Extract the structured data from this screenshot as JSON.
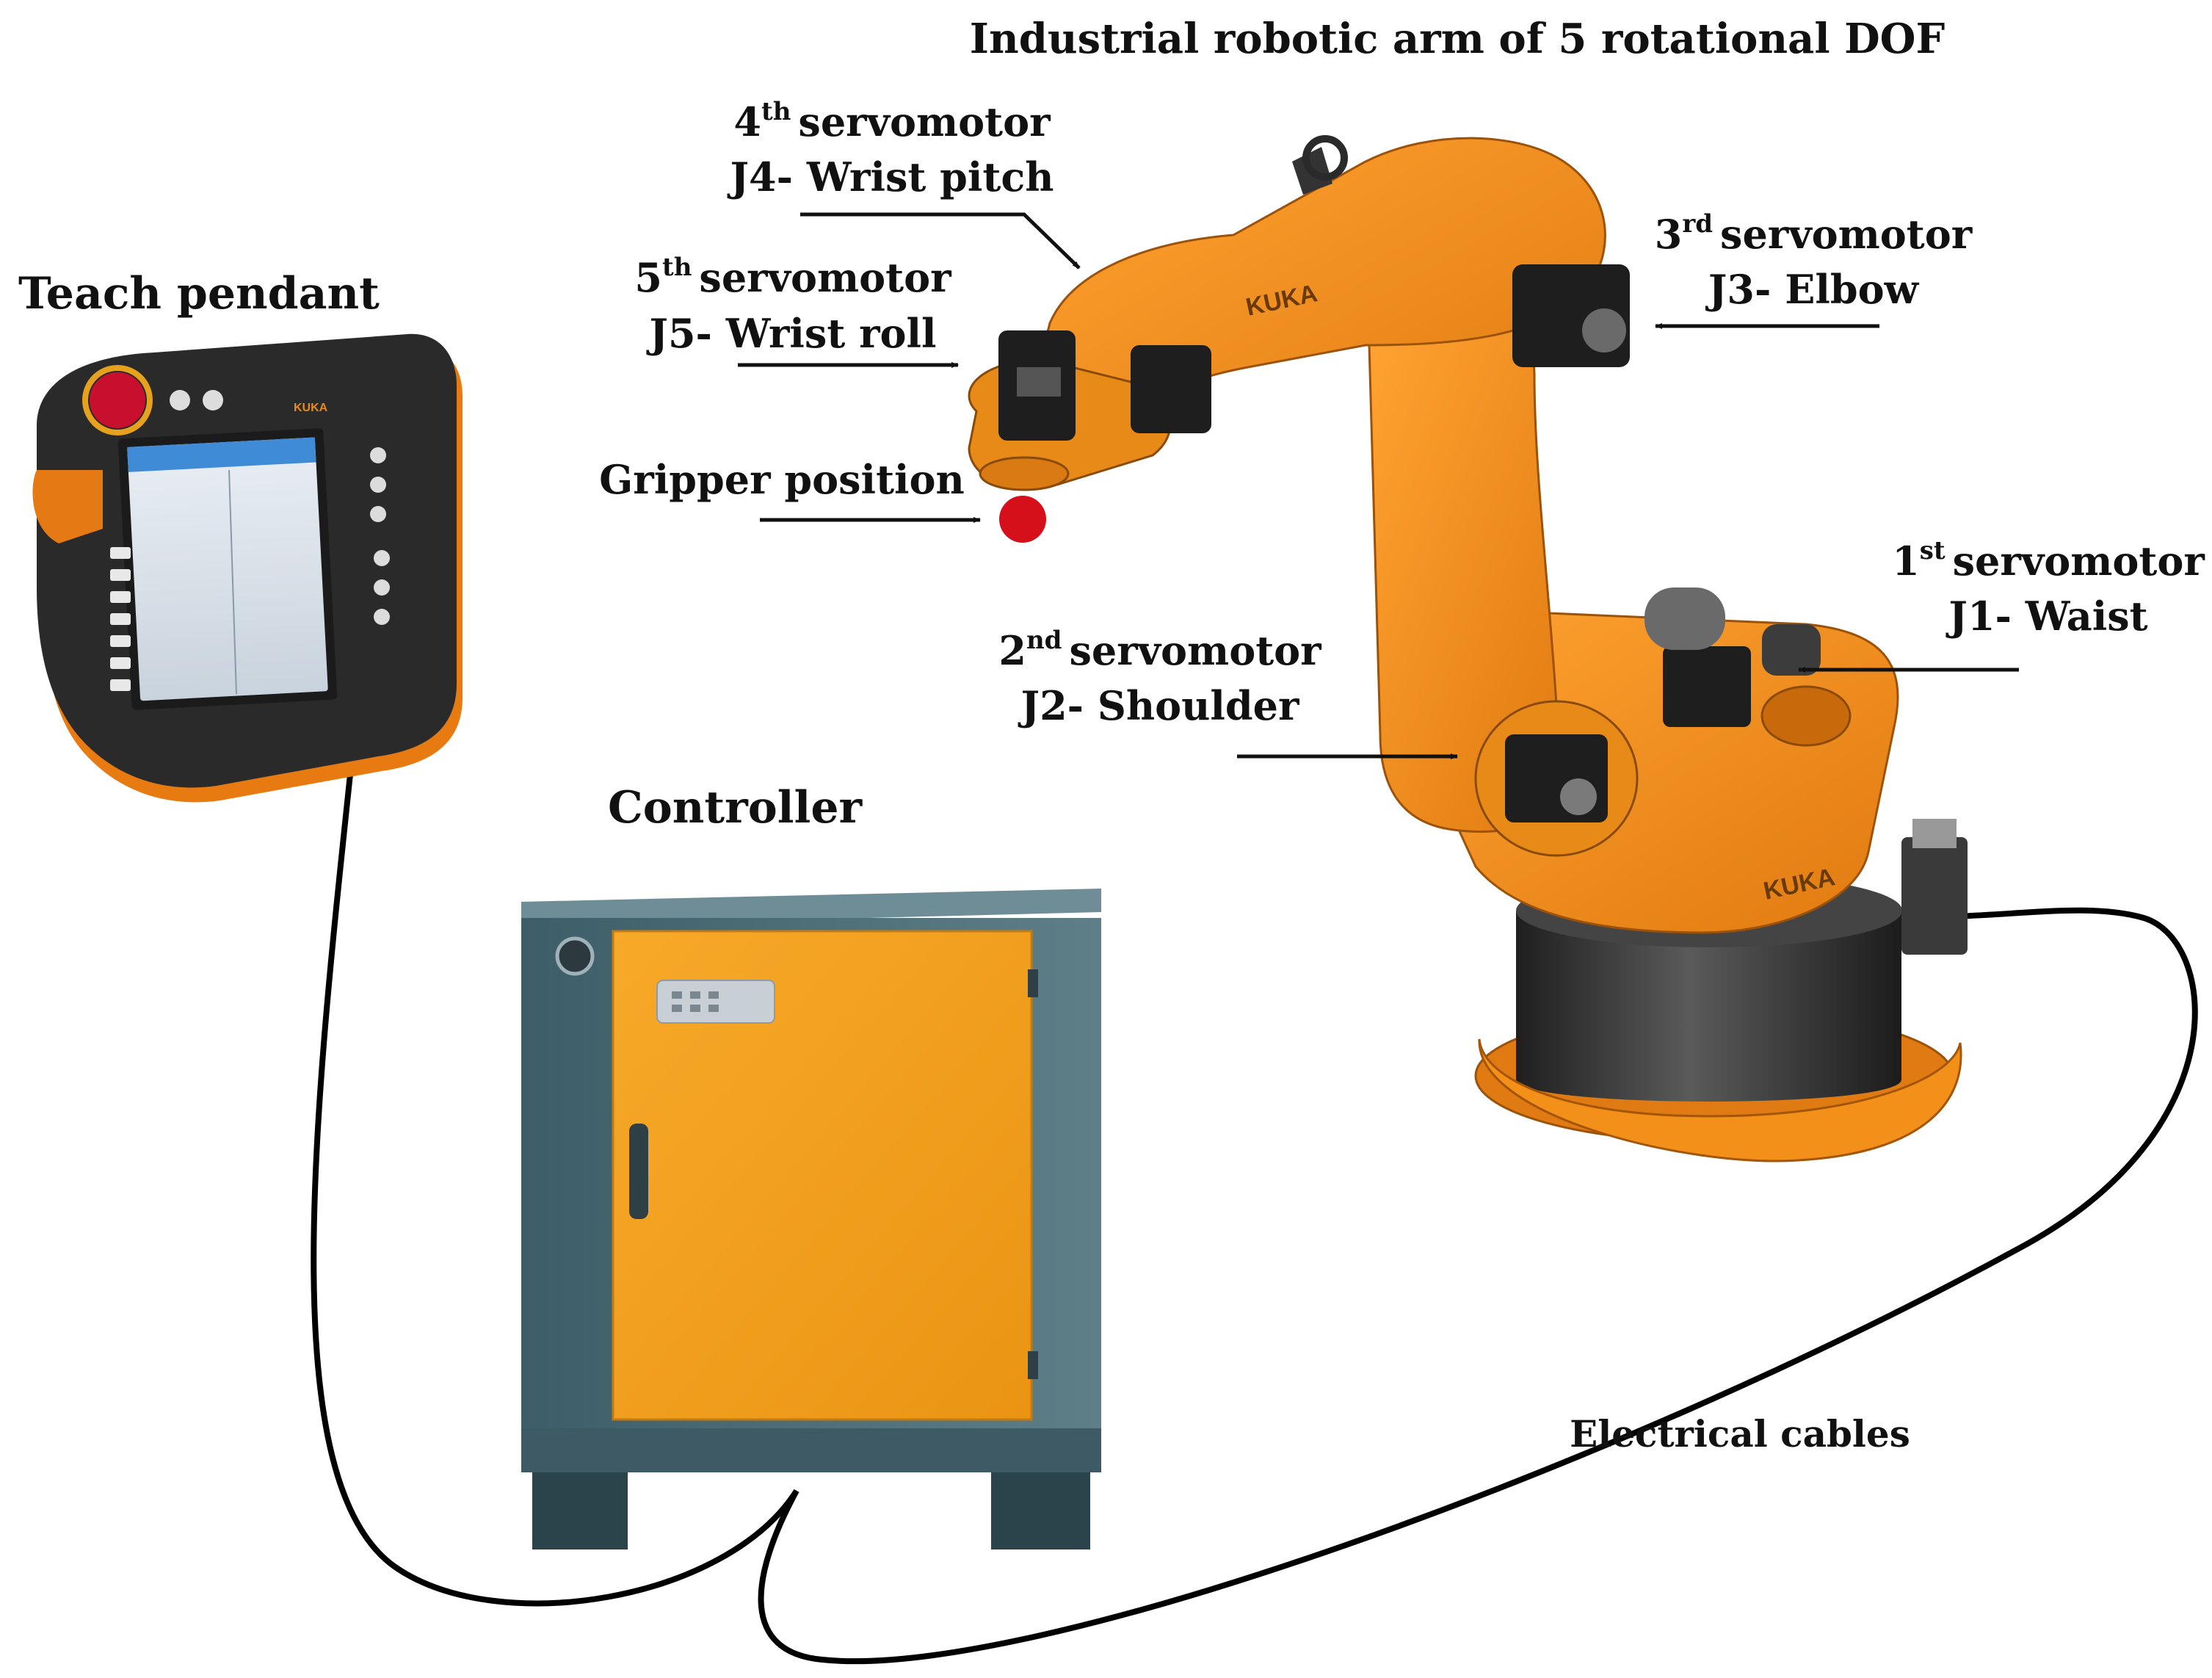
{
  "title": "Industrial robotic arm of 5 rotational DOF",
  "teach_pendant": {
    "label": "Teach pendant",
    "brand_text": "KUKA"
  },
  "controller": {
    "label": "Controller"
  },
  "robot": {
    "brand_text": "KUKA"
  },
  "gripper": {
    "label": "Gripper position"
  },
  "cables": {
    "label": "Electrical cables"
  },
  "servomotors": [
    {
      "num": "1",
      "ordinal": "st",
      "word": "servomotor",
      "joint": "J1- Waist"
    },
    {
      "num": "2",
      "ordinal": "nd",
      "word": "servomotor",
      "joint": "J2- Shoulder"
    },
    {
      "num": "3",
      "ordinal": "rd",
      "word": "servomotor",
      "joint": "J3- Elbow"
    },
    {
      "num": "4",
      "ordinal": "th",
      "word": "servomotor",
      "joint": "J4- Wrist pitch"
    },
    {
      "num": "5",
      "ordinal": "th",
      "word": "servomotor",
      "joint": "J5- Wrist roll"
    }
  ],
  "colors": {
    "robot_orange": "#f08a1c",
    "robot_orange_dark": "#c96a0c",
    "motor_black": "#1e1e1e",
    "base_gray": "#3a3a3a",
    "cabinet_body": "#4c6e78",
    "cabinet_door": "#f3a21c",
    "gripper_red": "#d6101a",
    "cable": "#000000"
  }
}
